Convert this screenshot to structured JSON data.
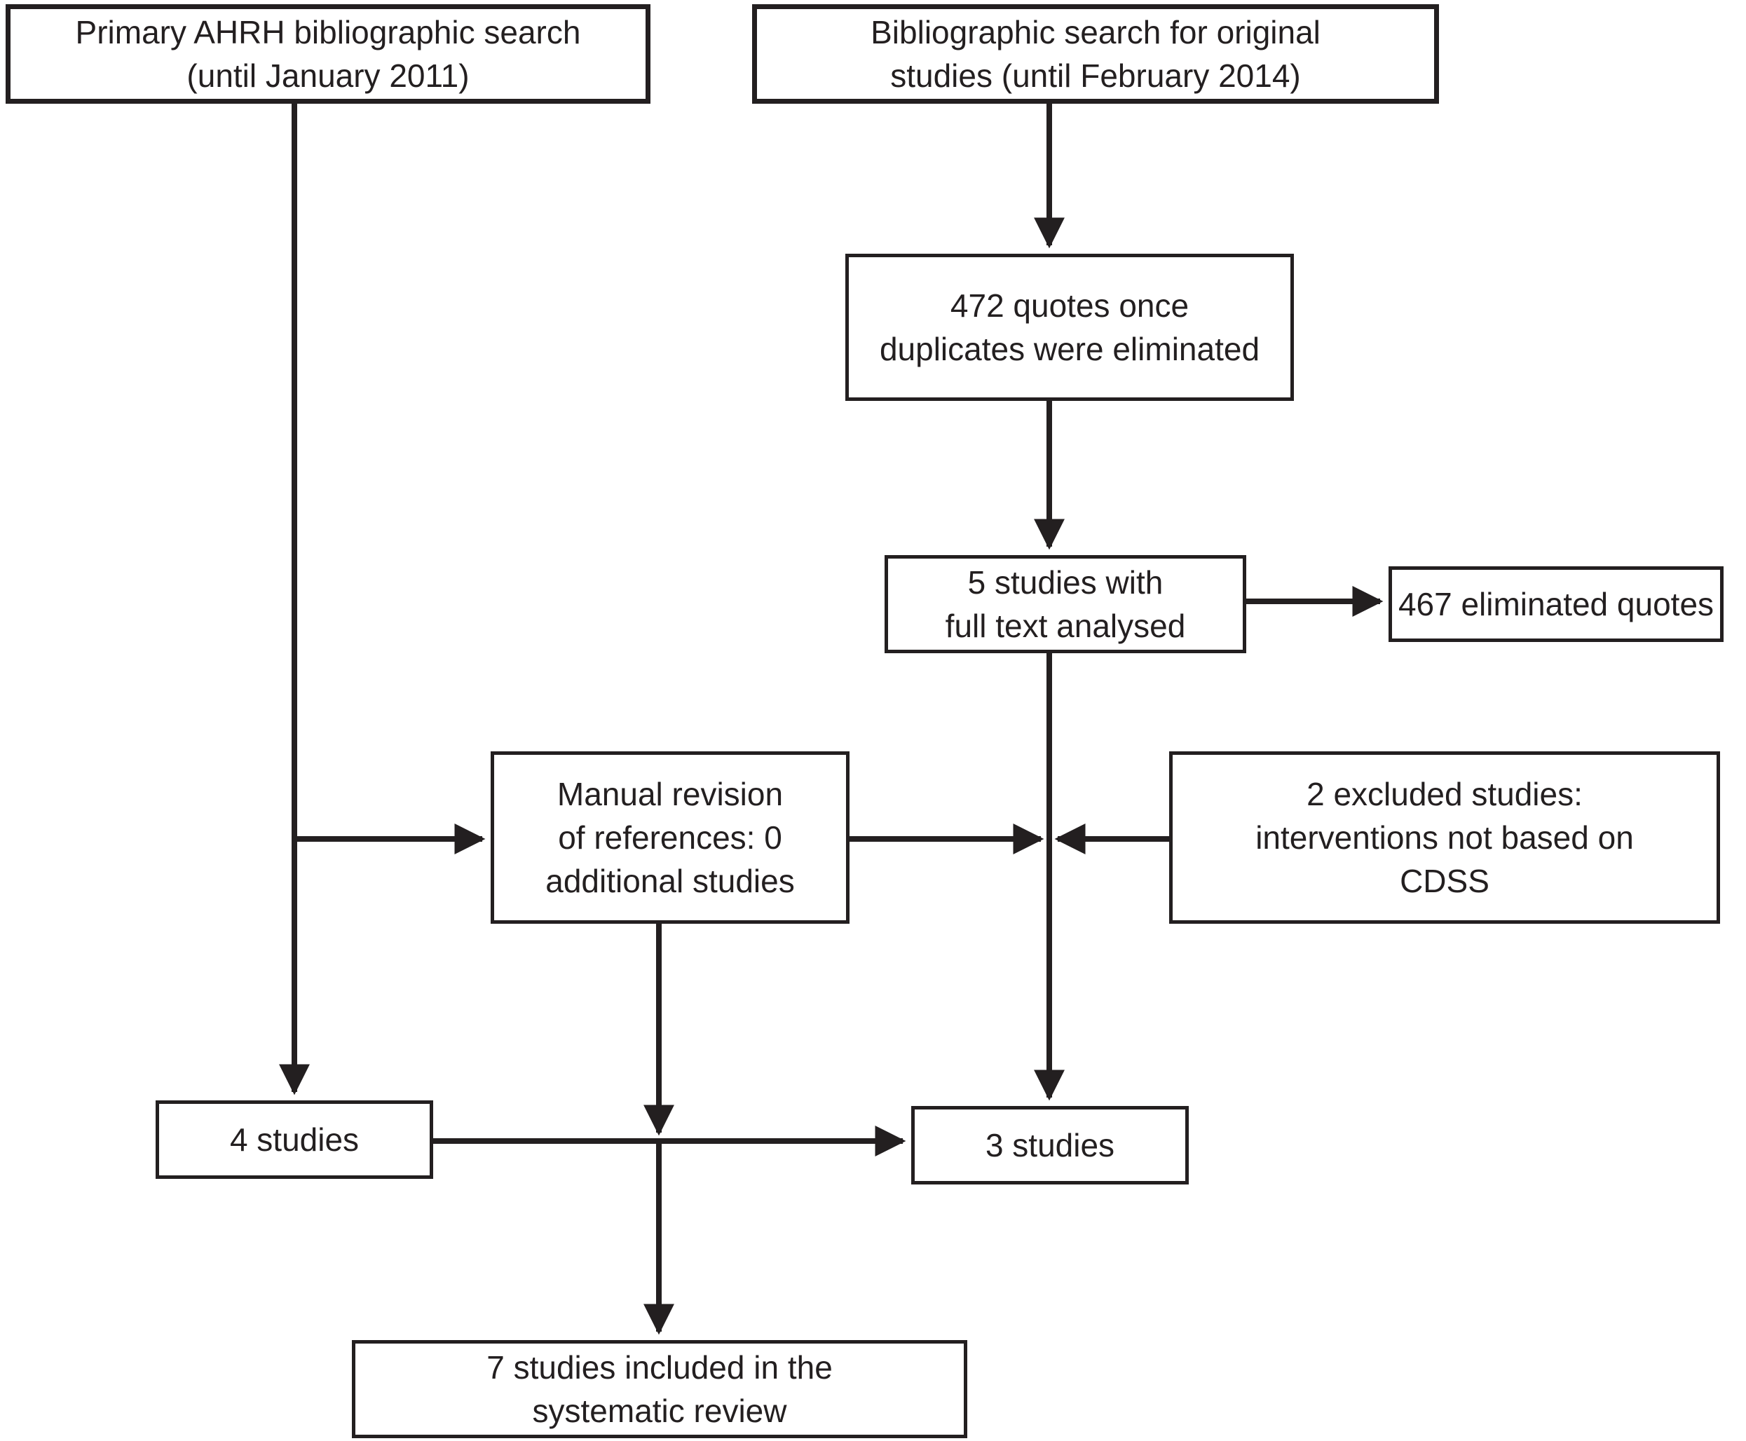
{
  "figure": {
    "type": "flowchart",
    "background_color": "#ffffff",
    "line_color": "#231f20",
    "nodes": {
      "primary_search": {
        "label": "Primary AHRH bibliographic search\n(until January 2011)"
      },
      "bibliographic_search": {
        "label": "Bibliographic search for original\nstudies (until February 2014)"
      },
      "quotes_472": {
        "label": "472 quotes once\nduplicates were eliminated"
      },
      "full_text_5": {
        "label": "5 studies with\nfull text analysed"
      },
      "eliminated_467": {
        "label": "467 eliminated quotes"
      },
      "manual_revision": {
        "label": "Manual revision\nof references: 0\nadditional studies"
      },
      "excluded_2": {
        "label": "2 excluded studies:\ninterventions not based on\nCDSS"
      },
      "studies_4": {
        "label": "4 studies"
      },
      "studies_3": {
        "label": "3 studies"
      },
      "included_7": {
        "label": "7 studies included in the\nsystematic review"
      }
    }
  }
}
